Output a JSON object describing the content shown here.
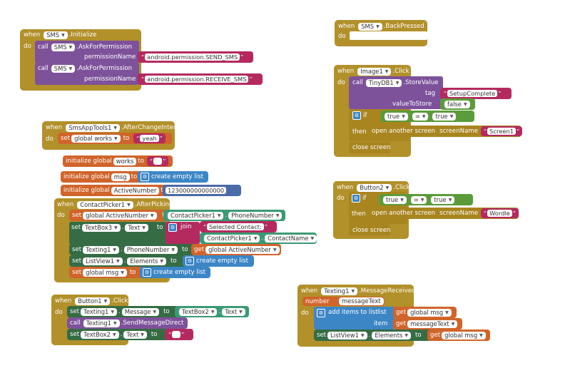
{
  "keywords": {
    "when": "when",
    "do": "do",
    "call": "call",
    "set": "set",
    "to": "to",
    "if": "if",
    "then": "then",
    "get": "get",
    "initialize_global": "initialize global",
    "eq": "="
  },
  "sms_init": {
    "component": "SMS",
    "event": ".Initialize",
    "call1": {
      "component": "SMS",
      "method": ".AskForPermission",
      "param": "permissionName",
      "value": "android.permission.SEND_SMS"
    },
    "call2": {
      "component": "SMS",
      "method": ".AskForPermission",
      "param": "permissionName",
      "value": "android.permission.RECEIVE_SMS"
    }
  },
  "sms_back": {
    "component": "SMS",
    "event": ".BackPressed"
  },
  "image1_click": {
    "component": "Image1",
    "event": ".Click",
    "call": {
      "component": "TinyDB1",
      "method": ".StoreValue",
      "tag_label": "tag",
      "tag_value": "SetupComplete",
      "vts_label": "valueToStore",
      "vts_value": "false"
    },
    "if_left": "true",
    "if_right": "true",
    "open_screen": "open another screen",
    "screen_label": "screenName",
    "screen_value": "Screen1",
    "close": "close screen"
  },
  "smsapptools": {
    "component": "SmsAppTools1",
    "event": ".AfterChangeIntent",
    "set_var": "global works",
    "value": "yeah"
  },
  "globals": {
    "works_name": "works",
    "works_value": "",
    "msg_name": "msg",
    "msg_value": "create empty list",
    "active_name": "ActiveNumber",
    "active_value": "123000000000000"
  },
  "contactpicker": {
    "component": "ContactPicker1",
    "event": ".AfterPicking",
    "r1": {
      "var": "global ActiveNumber",
      "comp": "ContactPicker1",
      "prop": "PhoneNumber"
    },
    "r2": {
      "comp": "TextBox3",
      "prop": "Text",
      "join": "join",
      "str": "Selected Contact: ",
      "comp2": "ContactPicker1",
      "prop2": "ContactName"
    },
    "r3": {
      "comp": "Texting1",
      "prop": "PhoneNumber",
      "get": "global ActiveNumber"
    },
    "r4": {
      "comp": "ListView1",
      "prop": "Elements",
      "value": "create empty list"
    },
    "r5": {
      "var": "global msg",
      "value": "create empty list"
    }
  },
  "button2": {
    "component": "Button2",
    "event": ".Click",
    "if_left": "true",
    "if_right": "true",
    "open_screen": "open another screen",
    "screen_label": "screenName",
    "screen_value": "Wordle",
    "close": "close screen"
  },
  "button1": {
    "component": "Button1",
    "event": ".Click",
    "r1": {
      "comp": "Texting1",
      "prop": "Message",
      "comp2": "TextBox2",
      "prop2": "Text"
    },
    "r2": {
      "comp": "Texting1",
      "method": ".SendMessageDirect"
    },
    "r3": {
      "comp": "TextBox2",
      "prop": "Text",
      "value": ""
    }
  },
  "texting_recv": {
    "component": "Texting1",
    "event": ".MessageReceived",
    "p1": "number",
    "p2": "messageText",
    "add": "add items to list",
    "list_label": "list",
    "list_get": "global msg",
    "item_label": "item",
    "item_get": "messageText",
    "set_comp": "ListView1",
    "set_prop": "Elements",
    "set_get": "global msg"
  }
}
